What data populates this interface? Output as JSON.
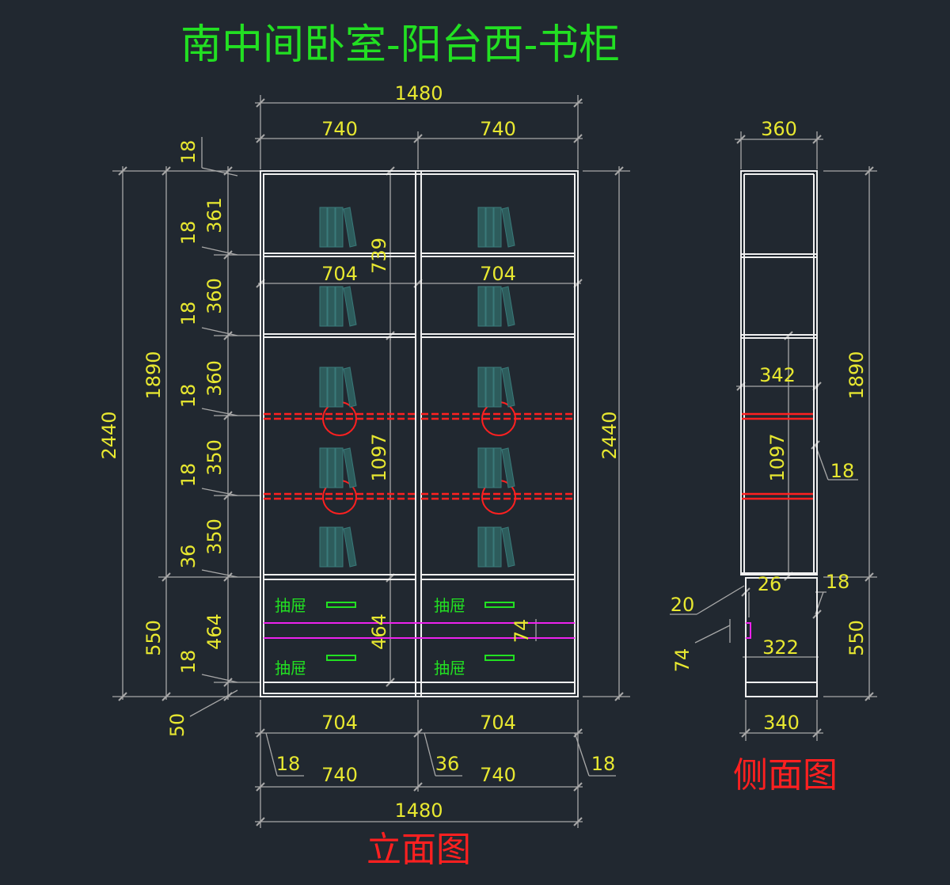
{
  "title": "南中间卧室-阳台西-书柜",
  "colors": {
    "background": "#212830",
    "title": "#22e022",
    "dimension_text": "#e8e830",
    "dimension_line": "#a8a8a8",
    "cabinet_line": "#f0f0f0",
    "hidden_line": "#ff2020",
    "circle": "#ff2020",
    "handle": "#22e022",
    "drawer_line": "#ee22ee",
    "book_icon": "#2d5c5c",
    "caption": "#ff2020"
  },
  "front_view": {
    "caption": "立面图",
    "drawer_label": "抽屉",
    "dims": {
      "total_width_top": "1480",
      "left_width_top": "740",
      "right_width_top": "740",
      "left_inner_top": "704",
      "right_inner_top": "704",
      "upper_door_height": "739",
      "center_height": "1097",
      "drawer_center_height": "464",
      "drawer_gap": "74",
      "left_total_height": "2440",
      "left_upper_height": "1890",
      "left_lower_height": "550",
      "right_total_height": "2440",
      "shelf_thickness_1": "18",
      "shelf_thickness_2": "18",
      "shelf_thickness_3": "18",
      "shelf_thickness_4": "18",
      "shelf_thickness_5": "18",
      "mid_thickness": "36",
      "lower_thickness": "18",
      "plinth": "50",
      "space_1": "361",
      "space_2": "360",
      "space_3": "360",
      "space_4": "350",
      "space_5": "350",
      "drawer_space": "464",
      "left_inner_bottom": "704",
      "right_inner_bottom": "704",
      "left_panel": "18",
      "middle_panel": "36",
      "right_panel": "18",
      "left_width_bottom": "740",
      "right_width_bottom": "740",
      "total_width_bottom": "1480"
    }
  },
  "side_view": {
    "caption": "侧面图",
    "dims": {
      "top_depth": "360",
      "shelf_depth": "342",
      "center_height": "1097",
      "shelf_thickness": "18",
      "right_height": "1890",
      "right_lower_height": "550",
      "drawer_gap_20": "20",
      "drawer_front_26": "26",
      "drawer_thickness_18": "18",
      "drawer_depth": "322",
      "drawer_gap_74": "74",
      "bottom_depth": "340"
    }
  }
}
